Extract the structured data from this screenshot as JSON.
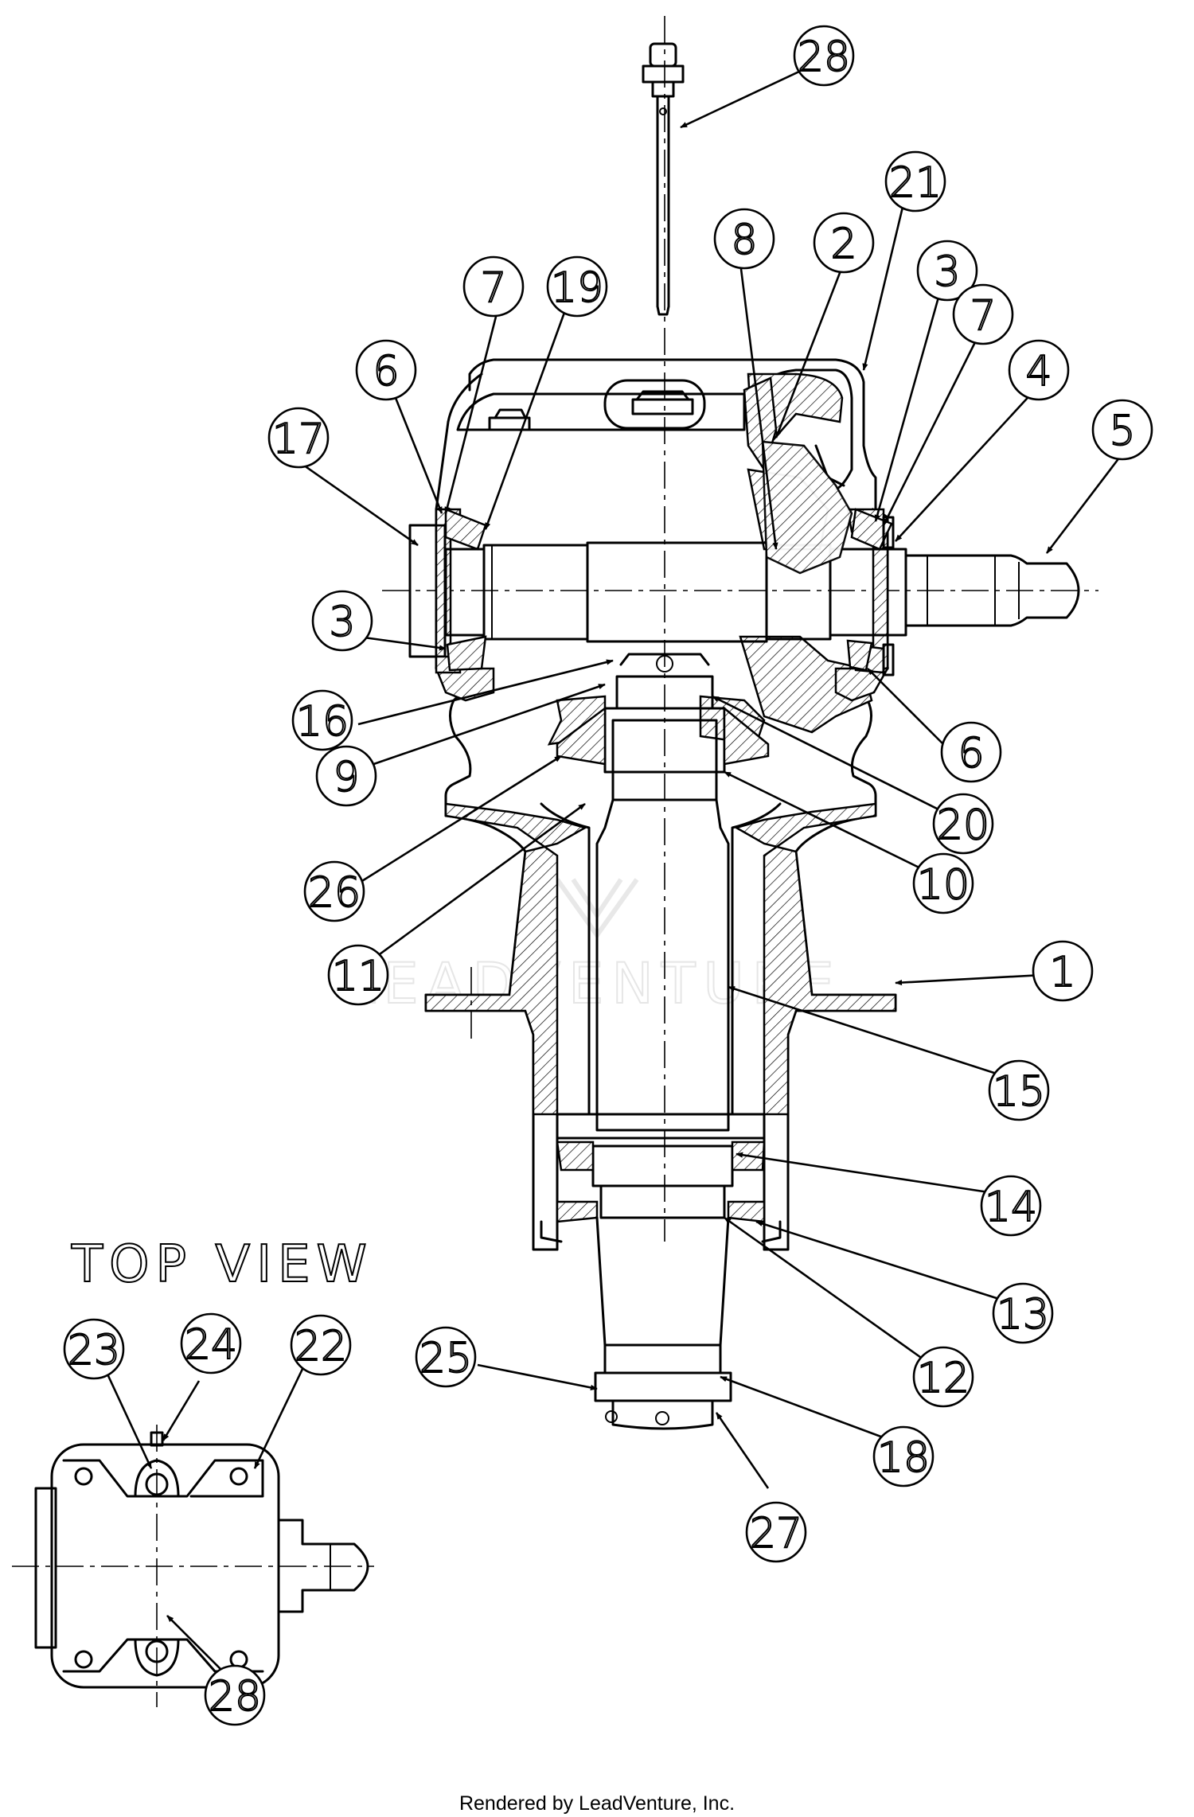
{
  "diagram": {
    "top_view_label": "TOP VIEW",
    "watermark": "LEADVENTURE",
    "footer": "Rendered by LeadVenture, Inc.",
    "callouts": [
      {
        "id": "28",
        "label": "28"
      },
      {
        "id": "21",
        "label": "21"
      },
      {
        "id": "8",
        "label": "8"
      },
      {
        "id": "2",
        "label": "2"
      },
      {
        "id": "3a",
        "label": "3"
      },
      {
        "id": "7a",
        "label": "7"
      },
      {
        "id": "19",
        "label": "19"
      },
      {
        "id": "7b",
        "label": "7"
      },
      {
        "id": "4",
        "label": "4"
      },
      {
        "id": "6a",
        "label": "6"
      },
      {
        "id": "5",
        "label": "5"
      },
      {
        "id": "17",
        "label": "17"
      },
      {
        "id": "3b",
        "label": "3"
      },
      {
        "id": "16",
        "label": "16"
      },
      {
        "id": "6b",
        "label": "6"
      },
      {
        "id": "9",
        "label": "9"
      },
      {
        "id": "20",
        "label": "20"
      },
      {
        "id": "26",
        "label": "26"
      },
      {
        "id": "10",
        "label": "10"
      },
      {
        "id": "11",
        "label": "11"
      },
      {
        "id": "1",
        "label": "1"
      },
      {
        "id": "15",
        "label": "15"
      },
      {
        "id": "14",
        "label": "14"
      },
      {
        "id": "13",
        "label": "13"
      },
      {
        "id": "12",
        "label": "12"
      },
      {
        "id": "25",
        "label": "25"
      },
      {
        "id": "18",
        "label": "18"
      },
      {
        "id": "27",
        "label": "27"
      },
      {
        "id": "23",
        "label": "23"
      },
      {
        "id": "24",
        "label": "24"
      },
      {
        "id": "22",
        "label": "22"
      },
      {
        "id": "28b",
        "label": "28"
      }
    ]
  }
}
